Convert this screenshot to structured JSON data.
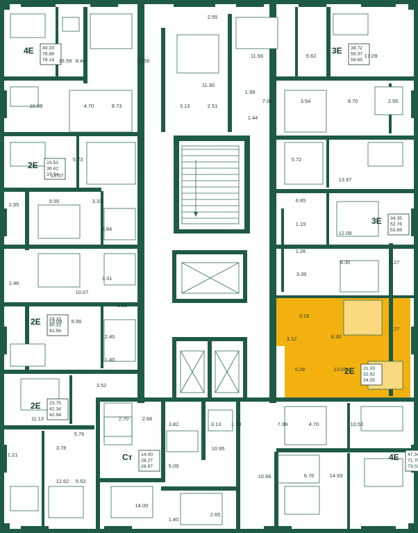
{
  "colors": {
    "wall": "#1e5a46",
    "highlight": "#f2b10f",
    "text": "#1d3d33",
    "background": "#ffffff"
  },
  "units": [
    {
      "id": "u1",
      "type": "4E",
      "areas": [
        "49.33",
        "76.86",
        "78.14"
      ]
    },
    {
      "id": "u2",
      "type": "3E",
      "areas": [
        "38.72",
        "58.37",
        "59.65"
      ]
    },
    {
      "id": "u3",
      "type": "2E",
      "areas": [
        "23.52",
        "36.42",
        "37.74"
      ]
    },
    {
      "id": "u4",
      "type": "3E",
      "areas": [
        "34.35",
        "52.76",
        "53.89"
      ]
    },
    {
      "id": "u5",
      "type": "2E",
      "areas": [
        "23.15",
        "40.33",
        "41.56"
      ]
    },
    {
      "id": "u6",
      "type": "2E",
      "areas": [
        "21.33",
        "32.92",
        "34.05"
      ]
    },
    {
      "id": "u7",
      "type": "2E",
      "areas": [
        "23.75",
        "42.34",
        "42.94"
      ]
    },
    {
      "id": "u8",
      "type": "Ст",
      "areas": [
        "14.00",
        "28.27",
        "28.97"
      ]
    },
    {
      "id": "u9",
      "type": "4E",
      "areas": [
        "47.34",
        "71.70",
        "73.02"
      ]
    }
  ],
  "room_labels": [
    "2.55",
    "16.59",
    "8.46",
    "10.56",
    "11.93",
    "5.62",
    "17.09",
    "11.30",
    "1.99",
    "10.88",
    "4.70",
    "8.73",
    "3.13",
    "2.51",
    "7.06",
    "3.54",
    "9.70",
    "2.55",
    "1.44",
    "5.73",
    "13.97",
    "5.72",
    "13.97",
    "3.33",
    "9.55",
    "2.65",
    "3.84",
    "6.85",
    "1.19",
    "12.08",
    "1.26",
    "8.30",
    "2.27",
    "3.31",
    "2.46",
    "10.07",
    "3.39",
    "3.51",
    "13.08",
    "6.56",
    "3.19",
    "2.27",
    "2.40",
    "8.30",
    "3.12",
    "1.40",
    "5.28",
    "13.03",
    "3.52",
    "11.13",
    "2.70",
    "2.66",
    "3.82",
    "3.13",
    "1.78",
    "7.99",
    "4.70",
    "10.50",
    "5.76",
    "1.21",
    "3.78",
    "10.95",
    "5.09",
    "12.62",
    "5.53",
    "6.76",
    "14.93",
    "10.96",
    "14.00",
    "1.40",
    "2.65"
  ]
}
